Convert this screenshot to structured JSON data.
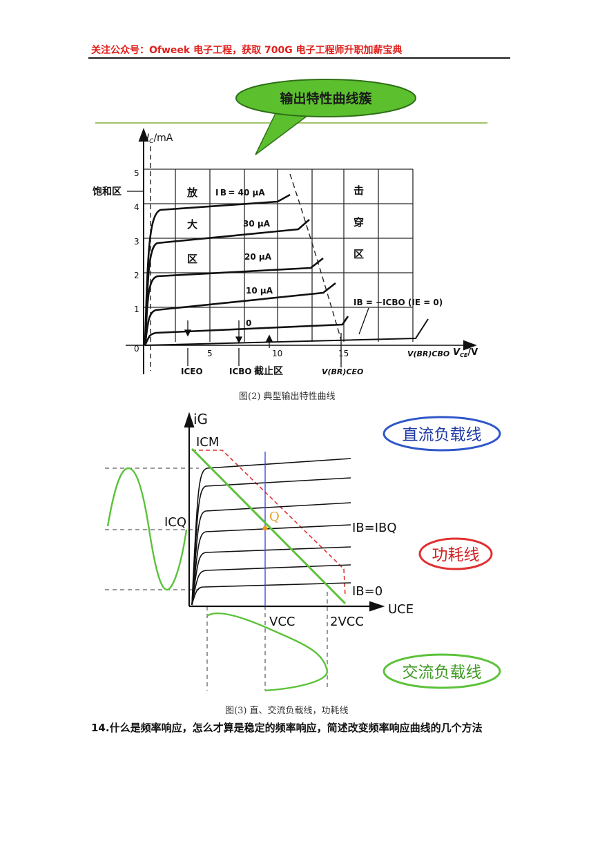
{
  "header": {
    "text": "关注公众号：Ofweek 电子工程，获取 700G 电子工程师升职加薪宝典",
    "color": "#e0201c"
  },
  "figure2": {
    "bubble_label": "输出特性曲线簇",
    "y_axis_label_i": "I",
    "y_axis_label_sub": "C",
    "y_axis_label_unit": "/mA",
    "x_axis_label_v": "V",
    "x_axis_label_sub": "CE",
    "x_axis_label_unit": "/V",
    "y_ticks": [
      "0",
      "1",
      "2",
      "3",
      "4",
      "5"
    ],
    "x_ticks": [
      "5",
      "10",
      "15"
    ],
    "saturation_label": "饱和区",
    "amp_region": [
      "放",
      "大",
      "区"
    ],
    "breakdown_region": [
      "击",
      "穿",
      "区"
    ],
    "curve_labels": [
      "I B = 40 μA",
      "30 μA",
      "20 μA",
      "10 μA",
      "0"
    ],
    "ib_label": "IB = −ICBO (IE = 0)",
    "iceo_label": "ICEO",
    "icbo_label": "ICBO",
    "cutoff_label": "截止区",
    "vbrceo_label": "V(BR)CEO",
    "vbrcbo_label": "V(BR)CBO",
    "caption": "图(2)    典型输出特性曲线"
  },
  "figure3": {
    "ig_label": "iG",
    "icm_label": "ICM",
    "icq_label": "ICQ",
    "q_label": "Q",
    "ib_bq_label": "IB=IBQ",
    "ib_zero_label": "IB=0",
    "uce_label": "UCE",
    "vcc_label": "VCC",
    "two_vcc_label": "2VCC",
    "dc_load_label": "直流负载线",
    "power_label": "功耗线",
    "ac_load_label": "交流负载线",
    "caption": "图(3)    直、交流负载线，功耗线",
    "colors": {
      "green": "#5cc23a",
      "red": "#e03030",
      "blue": "#3a4fd8",
      "orange": "#e89a20"
    }
  },
  "question": {
    "text": "14.什么是频率响应，怎么才算是稳定的频率响应，简述改变频率响应曲线的几个方法"
  }
}
